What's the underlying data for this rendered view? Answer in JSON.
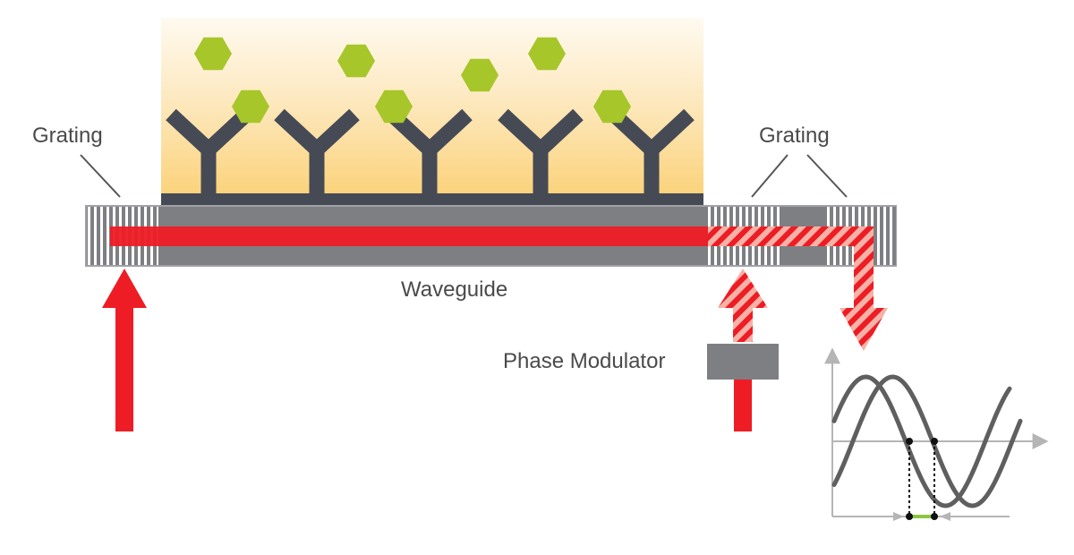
{
  "labels": {
    "grating_left": "Grating",
    "grating_right": "Grating",
    "waveguide": "Waveguide",
    "phase_modulator": "Phase Modulator"
  },
  "colors": {
    "sample_gradient_top": "#fff6e6",
    "sample_gradient_bottom": "#fbd27a",
    "antibody": "#464a55",
    "analyte": "#a6c62a",
    "waveguide": "#7e7f83",
    "laser": "#ee1c25",
    "plot_axis": "#b5b5b5",
    "plot_wave": "#5f5f5f",
    "phase_shift": "#8cc63f"
  },
  "icons": {
    "antibody": "y-shaped-antibody-icon",
    "analyte": "hexagon-molecule-icon",
    "light_in": "up-arrow-icon",
    "light_out": "down-arrow-icon"
  }
}
